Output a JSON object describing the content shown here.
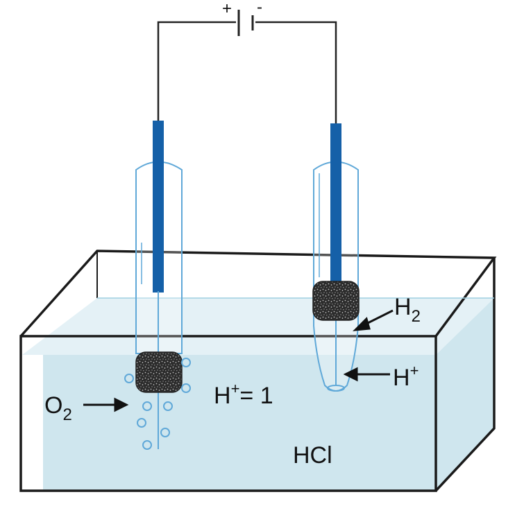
{
  "battery": {
    "plus": "+",
    "minus": "-"
  },
  "labels": {
    "h2_main": "H",
    "h2_sub": "2",
    "hplus_right_main": "H",
    "hplus_right_sup": "+",
    "o2_main": "O",
    "o2_sub": "2",
    "conc_main": "H",
    "conc_sup": "+",
    "conc_rest": "= 1",
    "solution": "HCl"
  },
  "colors": {
    "electrode": "#1560a8",
    "tube_outline": "#5fa8d8",
    "liquid": "#cfe6ee",
    "liquid_light": "#e4f1f6",
    "box_outline": "#1a1a1a",
    "wire": "#222222",
    "catalyst": "#2a2a2a"
  }
}
